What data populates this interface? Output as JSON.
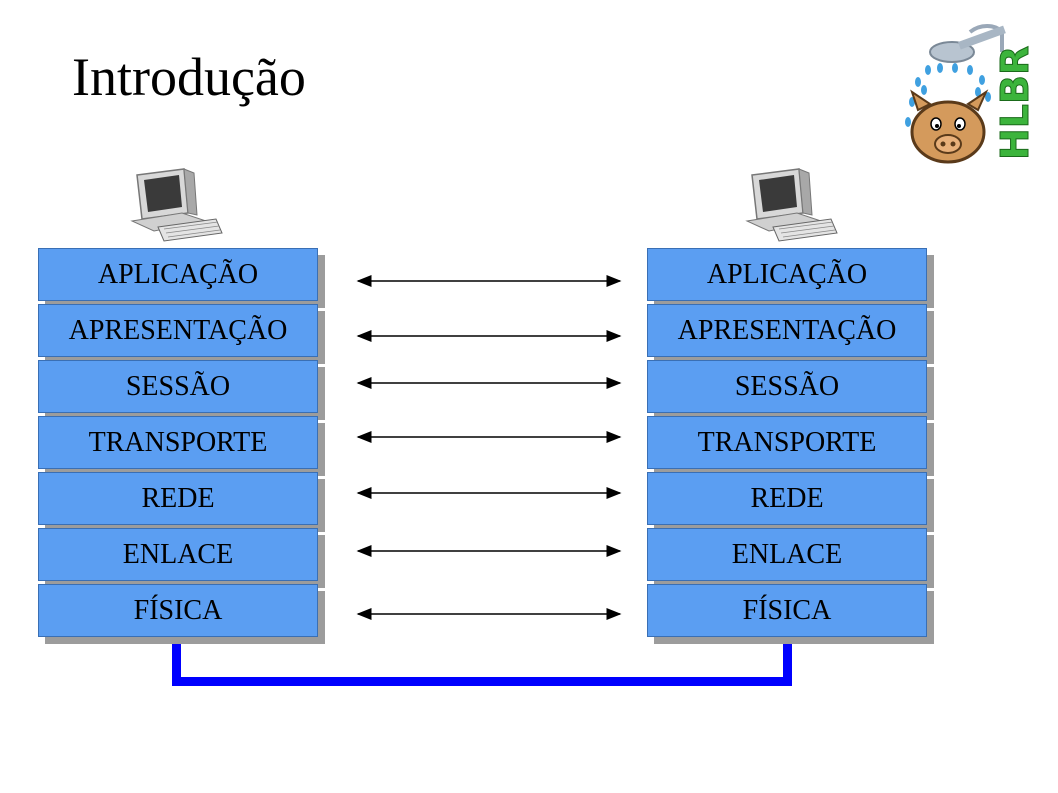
{
  "title": "Introdução",
  "left_stack": [
    "APLICAÇÃO",
    "APRESENTAÇÃO",
    "SESSÃO",
    "TRANSPORTE",
    "REDE",
    "ENLACE",
    "FÍSICA"
  ],
  "right_stack": [
    "APLICAÇÃO",
    "APRESENTAÇÃO",
    "SESSÃO",
    "TRANSPORTE",
    "REDE",
    "ENLACE",
    "FÍSICA"
  ],
  "logo": {
    "text": "HLBR",
    "colors": {
      "green": "#3cb43c",
      "pig": "#c58a4a",
      "water": "#3fa0e0"
    }
  },
  "colors": {
    "layer_fill": "#5b9ef2",
    "link": "#0000ff",
    "arrow": "#000000"
  }
}
